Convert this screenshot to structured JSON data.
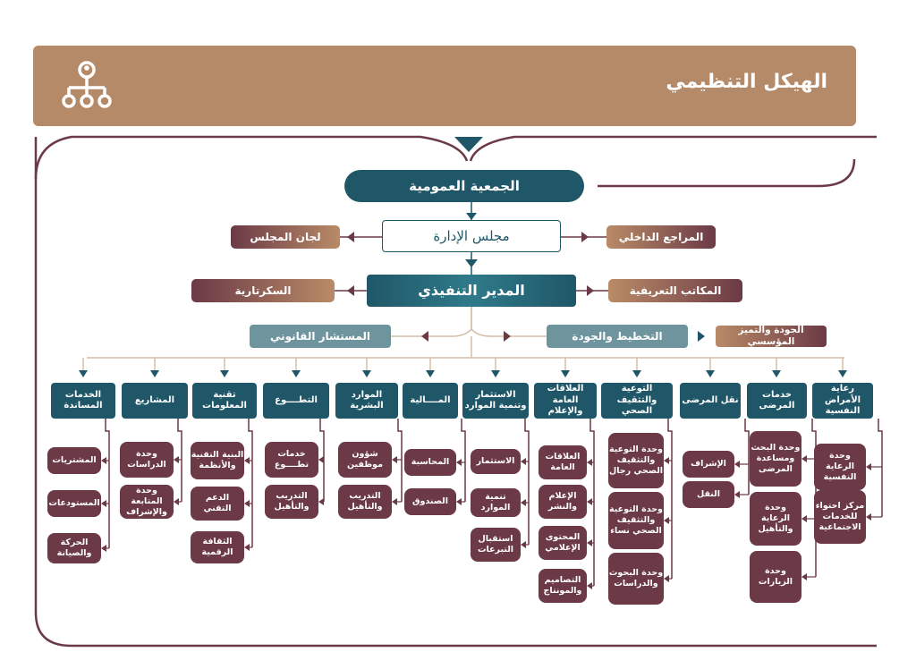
{
  "header": {
    "title": "الهيكل التنظيمي",
    "icon": "org-structure-icon"
  },
  "top": {
    "general_assembly": "الجمعية العمومية",
    "board": "مجلس الإدارة",
    "board_committees": "لجان المجلس",
    "internal_audit": "المراجع الداخلي",
    "ceo": "المدير التنفيذي",
    "secretariat": "السكرتارية",
    "executive_offices": "المكاتب التعريفية",
    "legal_advisor": "المستشار القانوني",
    "planning_quality": "التخطيط والجودة",
    "excellence": "الجودة والتميز المؤسسي"
  },
  "departments": [
    {
      "label": "رعاية الأمراض النفسية",
      "units": [
        "وحدة الرعاية النفسية",
        "مركز احتواء للخدمات الاجتماعية"
      ]
    },
    {
      "label": "خدمات المرضى",
      "units": [
        "وحدة البحث ومساعدة المرضى",
        "وحدة الرعاية والتأهيل",
        "وحدة الزيارات"
      ]
    },
    {
      "label": "نقل المرضى",
      "units": [
        "الإشراف",
        "النقل"
      ]
    },
    {
      "label": "التوعية والتثقيف الصحي",
      "units": [
        "وحدة التوعية والتثقيف الصحي رجال",
        "وحدة التوعية والتثقيف الصحي نساء",
        "وحدة البحوث والدراسات"
      ]
    },
    {
      "label": "العلاقات العامة والإعلام",
      "units": [
        "العلاقات العامة",
        "الإعلام والنشر",
        "المحتوى الإعلامي",
        "التصاميم والمونتاج"
      ]
    },
    {
      "label": "الاستثمار وتنمية الموارد",
      "units": [
        "الاستثمار",
        "تنمية الموارد",
        "استقبال التبرعات"
      ]
    },
    {
      "label": "المــــالية",
      "units": [
        "المحاسبة",
        "الصندوق"
      ]
    },
    {
      "label": "الموارد البشرية",
      "units": [
        "شؤون موظفين",
        "التدريب والتأهيل"
      ]
    },
    {
      "label": "التطــــوع",
      "units": [
        "خدمات تطــــوع",
        "التدريب والتأهيل"
      ]
    },
    {
      "label": "تقنية المعلومات",
      "units": [
        "البنية التقنية والأنظمة",
        "الدعم التقني",
        "الثقافة الرقمية"
      ]
    },
    {
      "label": "المشاريع",
      "units": [
        "وحدة الدراسات",
        "وحدة المتابعة والإشراف"
      ]
    },
    {
      "label": "الخدمات المساندة",
      "units": [
        "المشتريات",
        "المستودعات",
        "الحركة والصيانة"
      ]
    }
  ],
  "colors": {
    "brown": "#b58a68",
    "teal": "#1f5768",
    "maroon": "#6b3a46",
    "grey": "#6e949e"
  }
}
